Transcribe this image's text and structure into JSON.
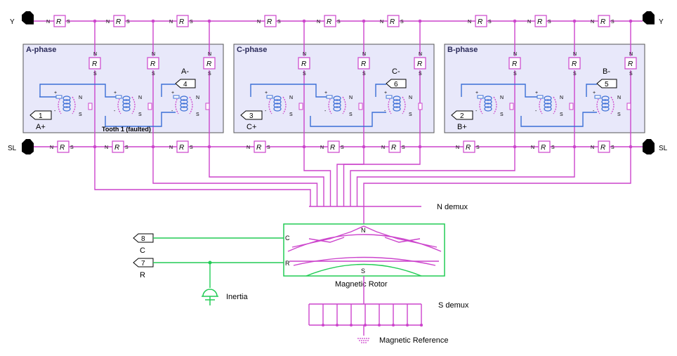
{
  "ports": {
    "y_left": "Y",
    "y_right": "Y",
    "sl_left": "SL",
    "sl_right": "SL",
    "c_label": "C",
    "r_label": "R"
  },
  "phases": [
    {
      "title": "A-phase",
      "plus_num": "1",
      "plus_label": "A+",
      "minus_num": "4",
      "minus_label": "A-",
      "fault_label": "Tooth 1 (faulted)"
    },
    {
      "title": "C-phase",
      "plus_num": "3",
      "plus_label": "C+",
      "minus_num": "6",
      "minus_label": "C-"
    },
    {
      "title": "B-phase",
      "plus_num": "2",
      "plus_label": "B+",
      "minus_num": "5",
      "minus_label": "B-"
    }
  ],
  "elec_ports": {
    "c_num": "8",
    "r_num": "7"
  },
  "blocks": {
    "n_demux": "N demux",
    "s_demux": "S demux",
    "rotor": "Magnetic Rotor",
    "rotor_n": "N",
    "rotor_s": "S",
    "rotor_c": "C",
    "rotor_r": "R",
    "inertia": "Inertia",
    "reference": "Magnetic Reference"
  },
  "pin_labels": {
    "n": "N",
    "s": "S",
    "plus": "+",
    "minus": "-",
    "rel": "R"
  },
  "colors": {
    "magnetic": "#cc44cc",
    "electric": "#3b6fd6",
    "mechanical": "#22cc55",
    "panel": "#e8e8fa"
  }
}
